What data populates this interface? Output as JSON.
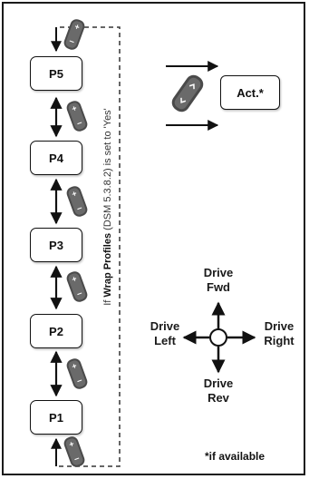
{
  "profiles": [
    "P5",
    "P4",
    "P3",
    "P2",
    "P1"
  ],
  "actuator_label": "Act.*",
  "wrap_note": {
    "prefix": "If ",
    "bold": "Wrap Profiles",
    "suffix": " (DSM 5.3.8.2) is set to 'Yes'"
  },
  "directions": {
    "forward": "Drive\nFwd",
    "reverse": "Drive\nRev",
    "left": "Drive\nLeft",
    "right": "Drive\nRight"
  },
  "footnote": "*if available",
  "icons": [
    "switch-icon",
    "up-arrow-icon",
    "down-arrow-icon",
    "joystick-icon"
  ],
  "colors": {
    "switch_body": "#4a4a4a",
    "outline": "#111111",
    "dashed": "#333333"
  }
}
